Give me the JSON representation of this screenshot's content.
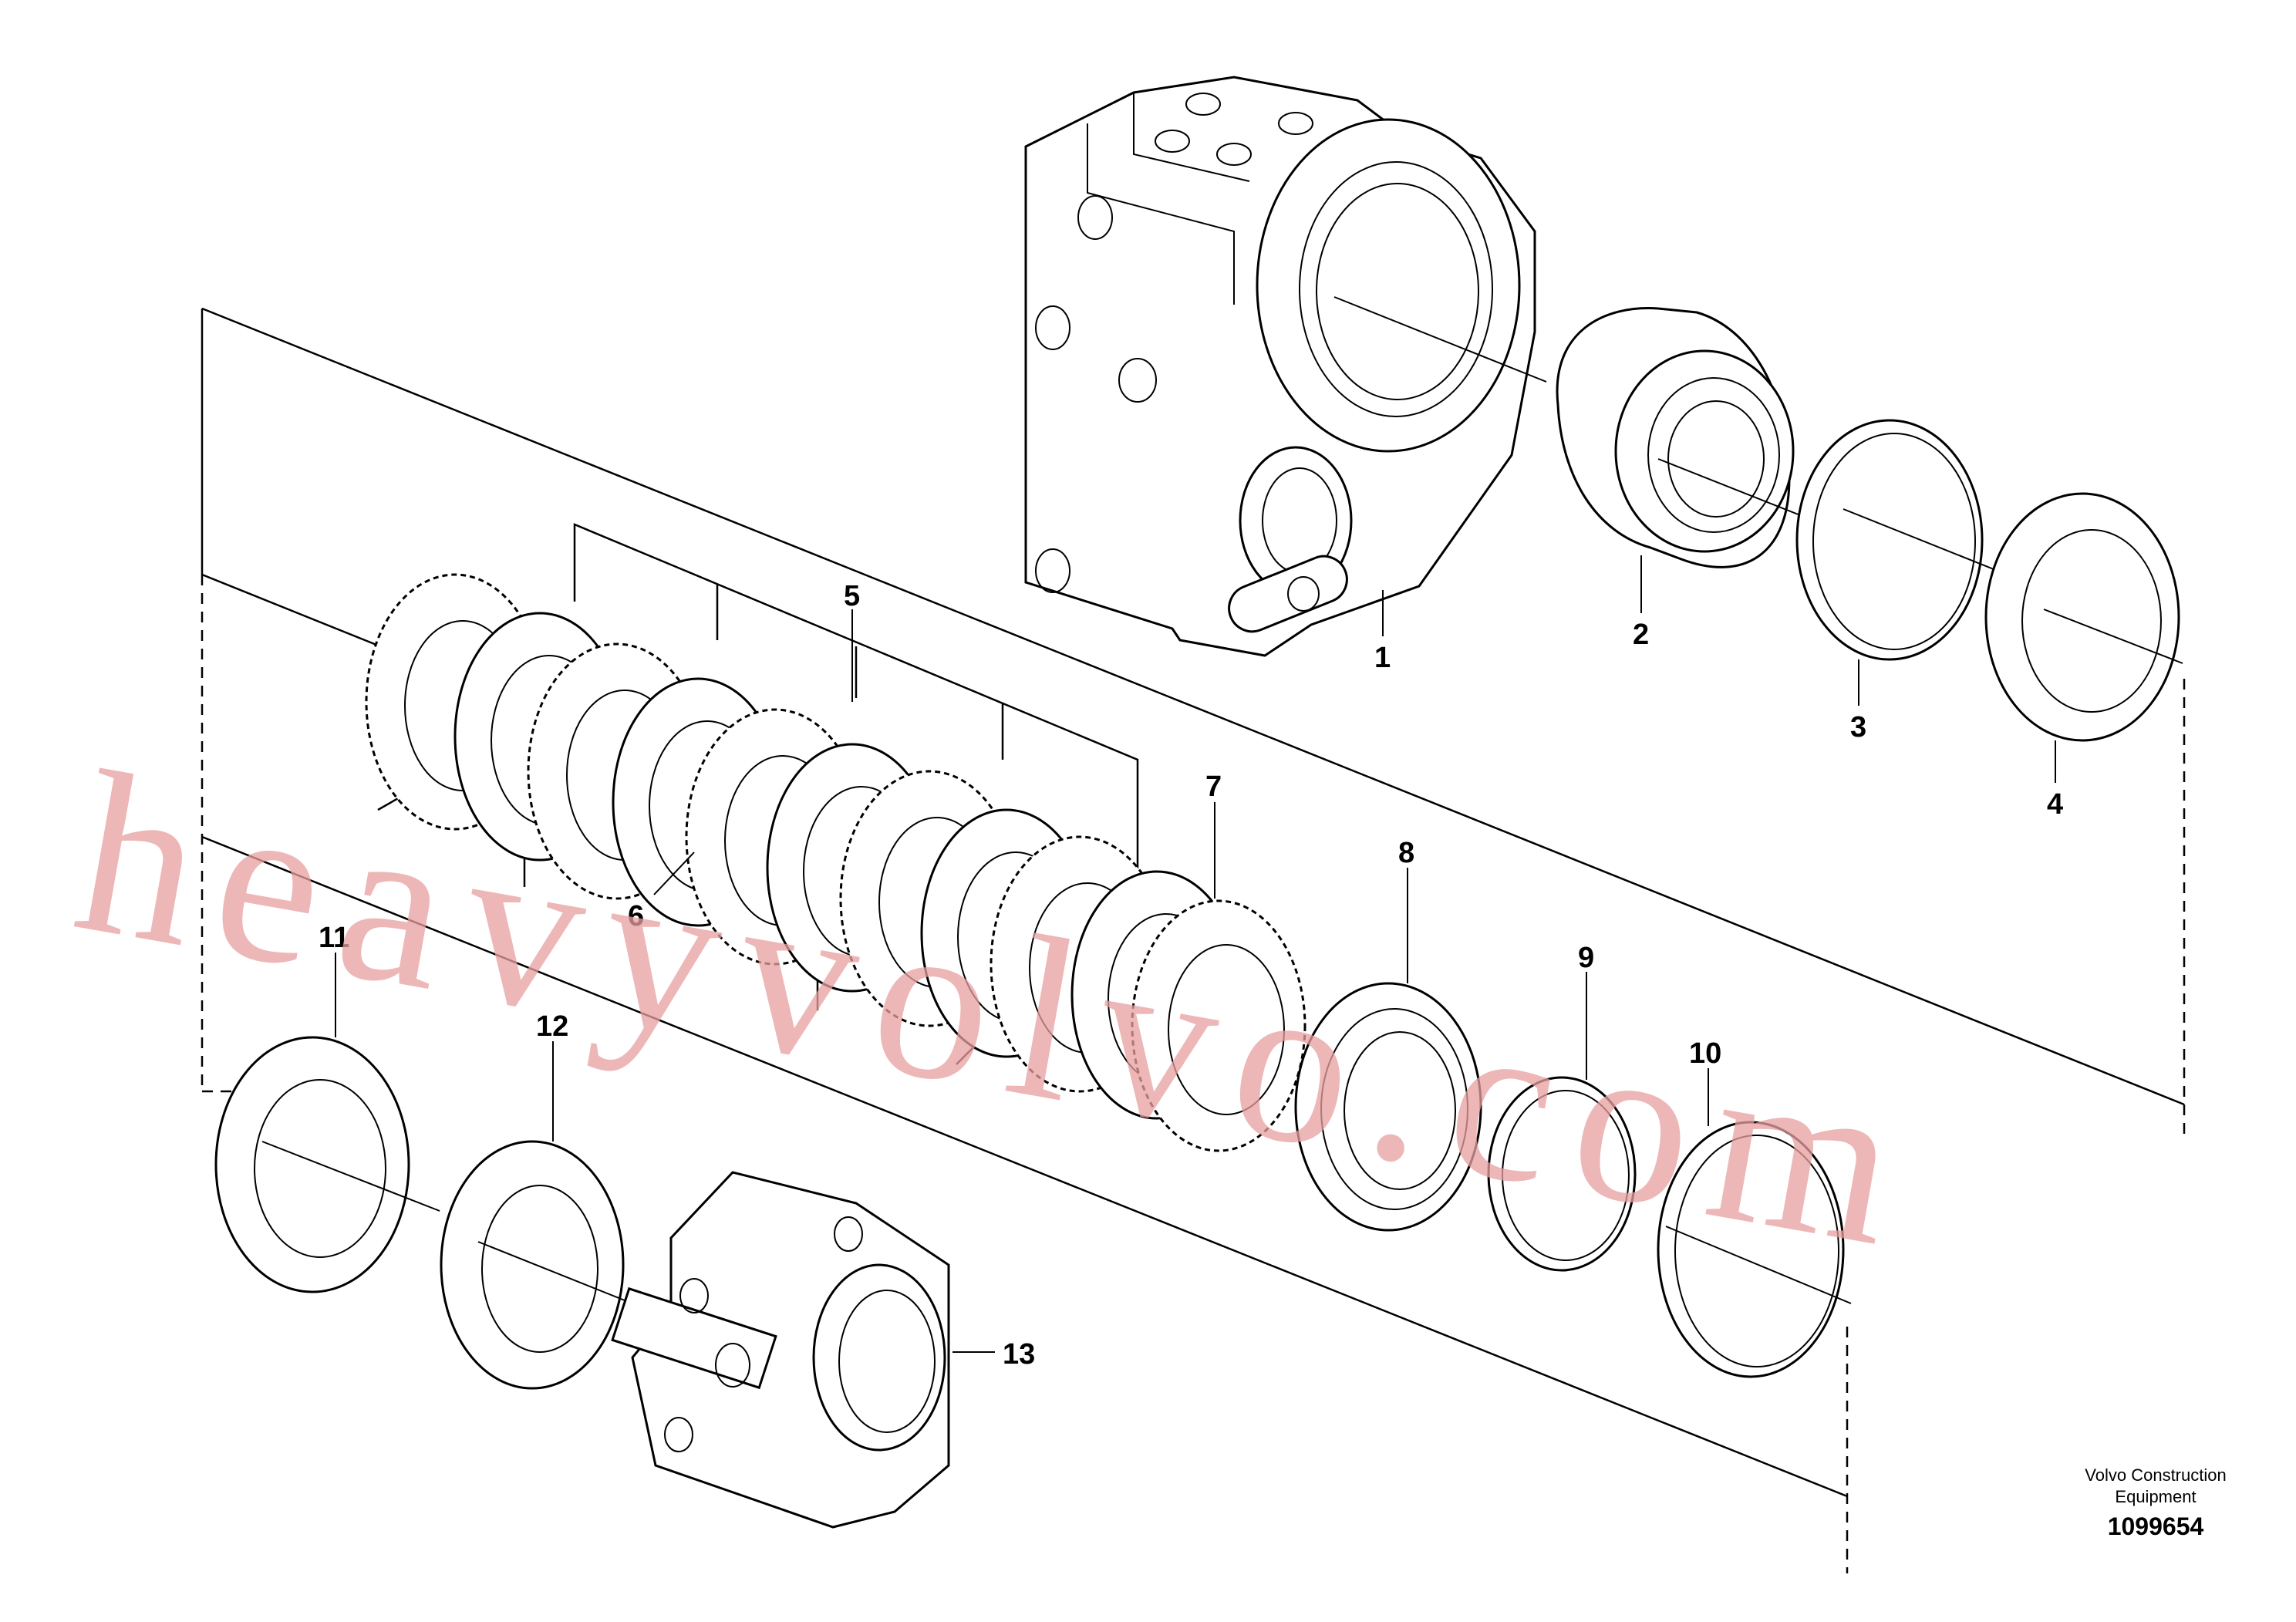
{
  "labels": {
    "l1": "1",
    "l2": "2",
    "l3": "3",
    "l4": "4",
    "l5": "5",
    "l6": "6",
    "l7": "7",
    "l8": "8",
    "l9": "9",
    "l10": "10",
    "l11": "11",
    "l12": "12",
    "l13": "13"
  },
  "watermark": "heavyvolvo.com",
  "credit": {
    "line1": "Volvo Construction",
    "line2": "Equipment",
    "id": "1099654"
  }
}
